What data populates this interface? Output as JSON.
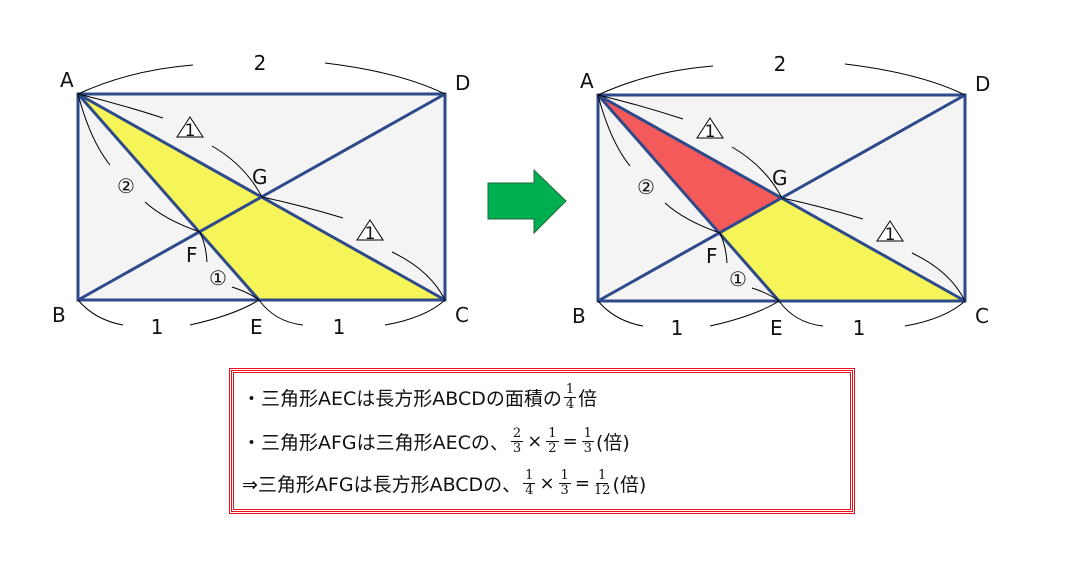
{
  "figure_left": {
    "label_A": "A",
    "label_B": "B",
    "label_C": "C",
    "label_D": "D",
    "label_E": "E",
    "label_F": "F",
    "label_G": "G",
    "len_AD": "2",
    "len_BE": "1",
    "len_EC": "1",
    "ratio_AF": "②",
    "ratio_FE": "①",
    "ratio_AG": "1",
    "ratio_GC": "1",
    "shade_color": "#f5f55a"
  },
  "figure_right": {
    "label_A": "A",
    "label_B": "B",
    "label_C": "C",
    "label_D": "D",
    "label_E": "E",
    "label_F": "F",
    "label_G": "G",
    "len_AD": "2",
    "len_BE": "1",
    "len_EC": "1",
    "ratio_AF": "②",
    "ratio_FE": "①",
    "ratio_AG": "1",
    "ratio_GC": "1",
    "shade_color": "#f5f55a",
    "highlight_color": "#f55a5a"
  },
  "arrow_color": "#00b050",
  "explanation": {
    "line1": {
      "text": "・三角形AECは長方形ABCDの面積の",
      "frac": {
        "n": "1",
        "d": "4"
      },
      "suffix": "倍"
    },
    "line2": {
      "text": "・三角形AFGは三角形AECの、",
      "f1": {
        "n": "2",
        "d": "3"
      },
      "op1": "×",
      "f2": {
        "n": "1",
        "d": "2"
      },
      "op2": "=",
      "f3": {
        "n": "1",
        "d": "3"
      },
      "suffix": "(倍)"
    },
    "line3": {
      "text": "⇒三角形AFGは長方形ABCDの、",
      "f1": {
        "n": "1",
        "d": "4"
      },
      "op1": "×",
      "f2": {
        "n": "1",
        "d": "3"
      },
      "op2": "=",
      "f3": {
        "n": "1",
        "d": "12"
      },
      "suffix": "(倍)"
    }
  }
}
